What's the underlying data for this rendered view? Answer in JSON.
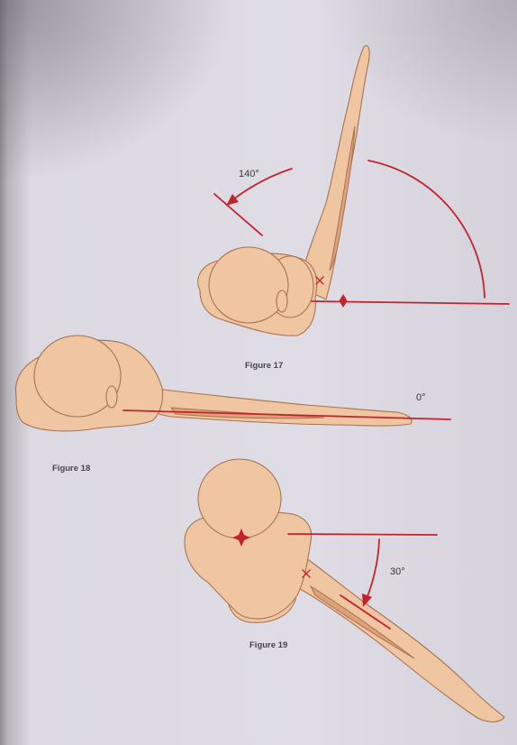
{
  "figures": [
    {
      "caption": "Figure 17",
      "angle_label": "140°"
    },
    {
      "caption": "Figure 18",
      "angle_label": "0°"
    },
    {
      "caption": "Figure 19",
      "angle_label": "30°"
    }
  ],
  "colors": {
    "page": "#dcd9e2",
    "skin": "#efc5a2",
    "skin_shade": "#dea27a",
    "outline": "#a8734f",
    "line_red": "#c4232e"
  }
}
